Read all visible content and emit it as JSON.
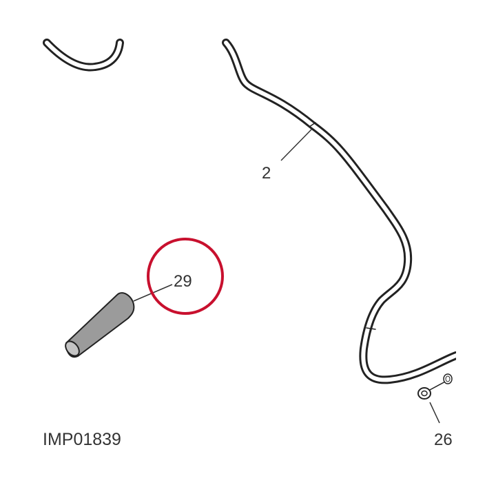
{
  "drawing_id": "IMP01839",
  "callouts": [
    {
      "number": "2",
      "part": "hose"
    },
    {
      "number": "29",
      "part": "hose-sleeve",
      "highlighted": true
    },
    {
      "number": "26",
      "part": "nut"
    }
  ],
  "colors": {
    "line": "#222222",
    "highlight": "#c8102e",
    "part_fill": "#9b9b9b",
    "text": "#333333"
  }
}
